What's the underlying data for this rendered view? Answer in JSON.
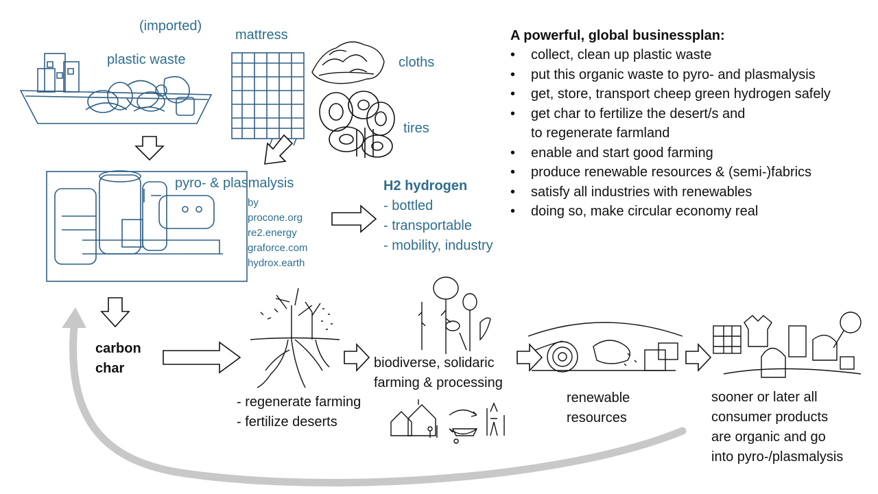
{
  "sources": {
    "imported": "(imported)",
    "plastic_waste": "plastic waste",
    "mattress": "mattress",
    "cloths": "cloths",
    "tires": "tires"
  },
  "process": {
    "title": "pyro- & plasmalysis",
    "by": "by",
    "providers": [
      "procone.org",
      "re2.energy",
      "graforce.com",
      "hydrox.earth"
    ]
  },
  "hydrogen": {
    "title": "H2 hydrogen",
    "items": [
      "- bottled",
      "- transportable",
      "- mobility, industry"
    ]
  },
  "carbon": {
    "line1": "carbon",
    "line2": "char"
  },
  "farming": {
    "items": [
      "- regenerate farming",
      "- fertilize deserts"
    ]
  },
  "biodiverse": {
    "line1": "biodiverse, solidaric",
    "line2": "farming & processing"
  },
  "renewable": {
    "line1": "renewable",
    "line2": "resources"
  },
  "consumer": {
    "lines": [
      "sooner or later all",
      "consumer products",
      "are organic and go",
      "into pyro-/plasmalysis"
    ]
  },
  "plan": {
    "title": "A powerful, global businessplan:",
    "items": [
      "collect, clean up plastic waste",
      "put this organic waste to pyro- and plasmalysis",
      "get, store, transport cheep green hydrogen safely",
      "get char to fertilize the desert/s and",
      "to regenerate farmland",
      "enable and start good farming",
      "produce renewable resources & (semi-)fabrics",
      "satisfy all industries with renewables",
      "doing so, make circular economy real"
    ]
  },
  "colors": {
    "label_blue": "#2e6e8e",
    "sketch_blue": "#2f5f86",
    "arrow_gray": "#c8c8c8",
    "ink": "#111111"
  }
}
